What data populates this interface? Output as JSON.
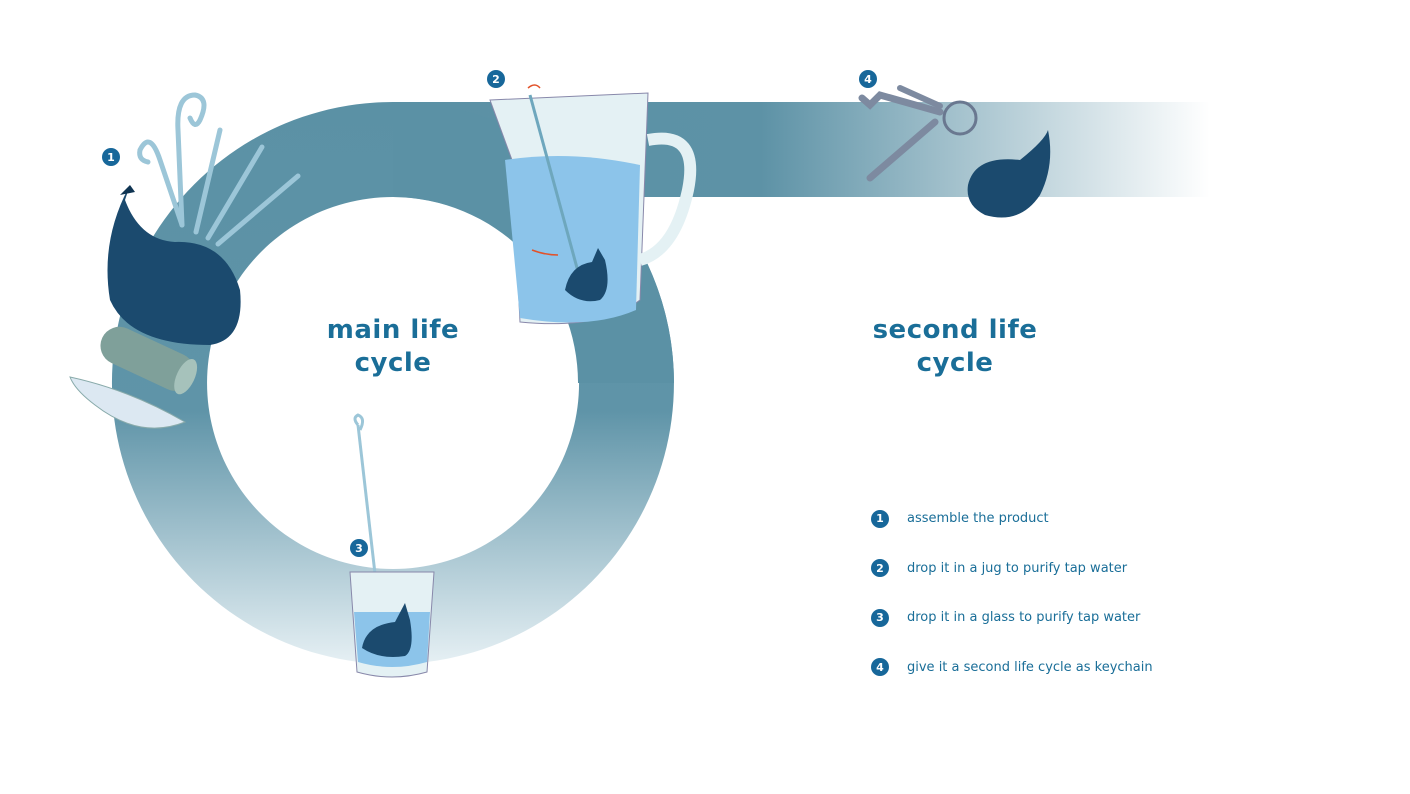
{
  "titles": {
    "main": "main life\ncycle",
    "main_line1": "main life",
    "main_line2": "cycle",
    "second_line1": "second life",
    "second_line2": "cycle"
  },
  "badges": [
    "1",
    "2",
    "3",
    "4"
  ],
  "legend": [
    {
      "num": "1",
      "text": "assemble the product"
    },
    {
      "num": "2",
      "text": "drop it in a jug to purify tap water"
    },
    {
      "num": "3",
      "text": "drop it in a glass to purify tap water"
    },
    {
      "num": "4",
      "text": "give it a second life cycle as keychain"
    }
  ],
  "colors": {
    "band": "#5b91a5",
    "accent": "#17679a",
    "water": "#8cc4ea",
    "whale": "#1b4a6e",
    "arrow": "#e2522a"
  }
}
